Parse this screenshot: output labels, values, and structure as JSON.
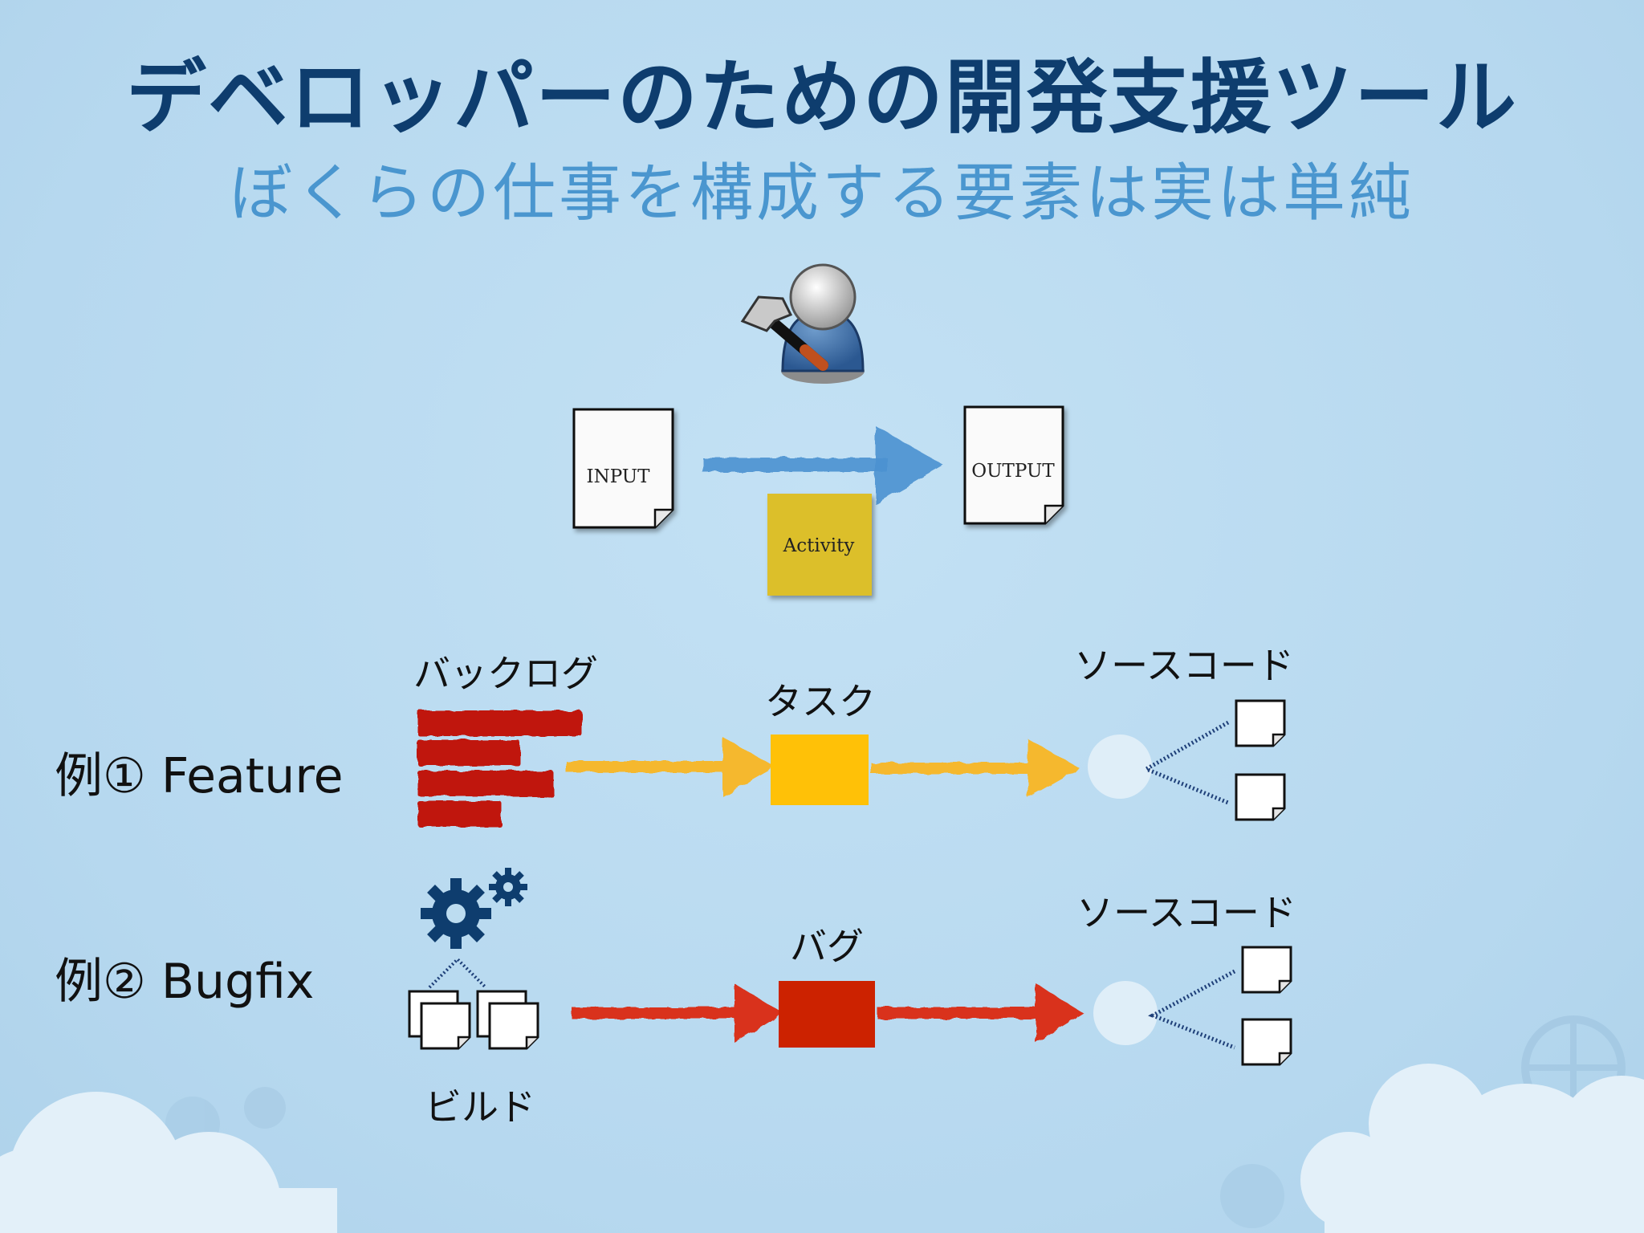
{
  "title": "デベロッパーのための開発支援ツール",
  "subtitle": "ぼくらの仕事を構成する要素は実は単純",
  "overview": {
    "input_label": "INPUT",
    "output_label": "OUTPUT",
    "activity_label": "Activity",
    "icons": [
      "developer-with-hammer-icon",
      "document-icon",
      "sticky-note-icon"
    ]
  },
  "example1": {
    "label": "例① Feature",
    "source_label": "バックログ",
    "middle_label": "タスク",
    "target_label": "ソースコード",
    "colors": {
      "backlog": "#c0190f",
      "task": "#ffc107",
      "arrow": "#f5b82e"
    }
  },
  "example2": {
    "label": "例② Bugfix",
    "source_label": "ビルド",
    "middle_label": "バグ",
    "target_label": "ソースコード",
    "colors": {
      "gear": "#0e3d6e",
      "bug": "#cc2200",
      "arrow": "#d9301a"
    }
  },
  "colors": {
    "title": "#0e3d6e",
    "subtitle": "#4a96cf",
    "background": "#bcdcf0",
    "tree": "#1e3f78"
  }
}
